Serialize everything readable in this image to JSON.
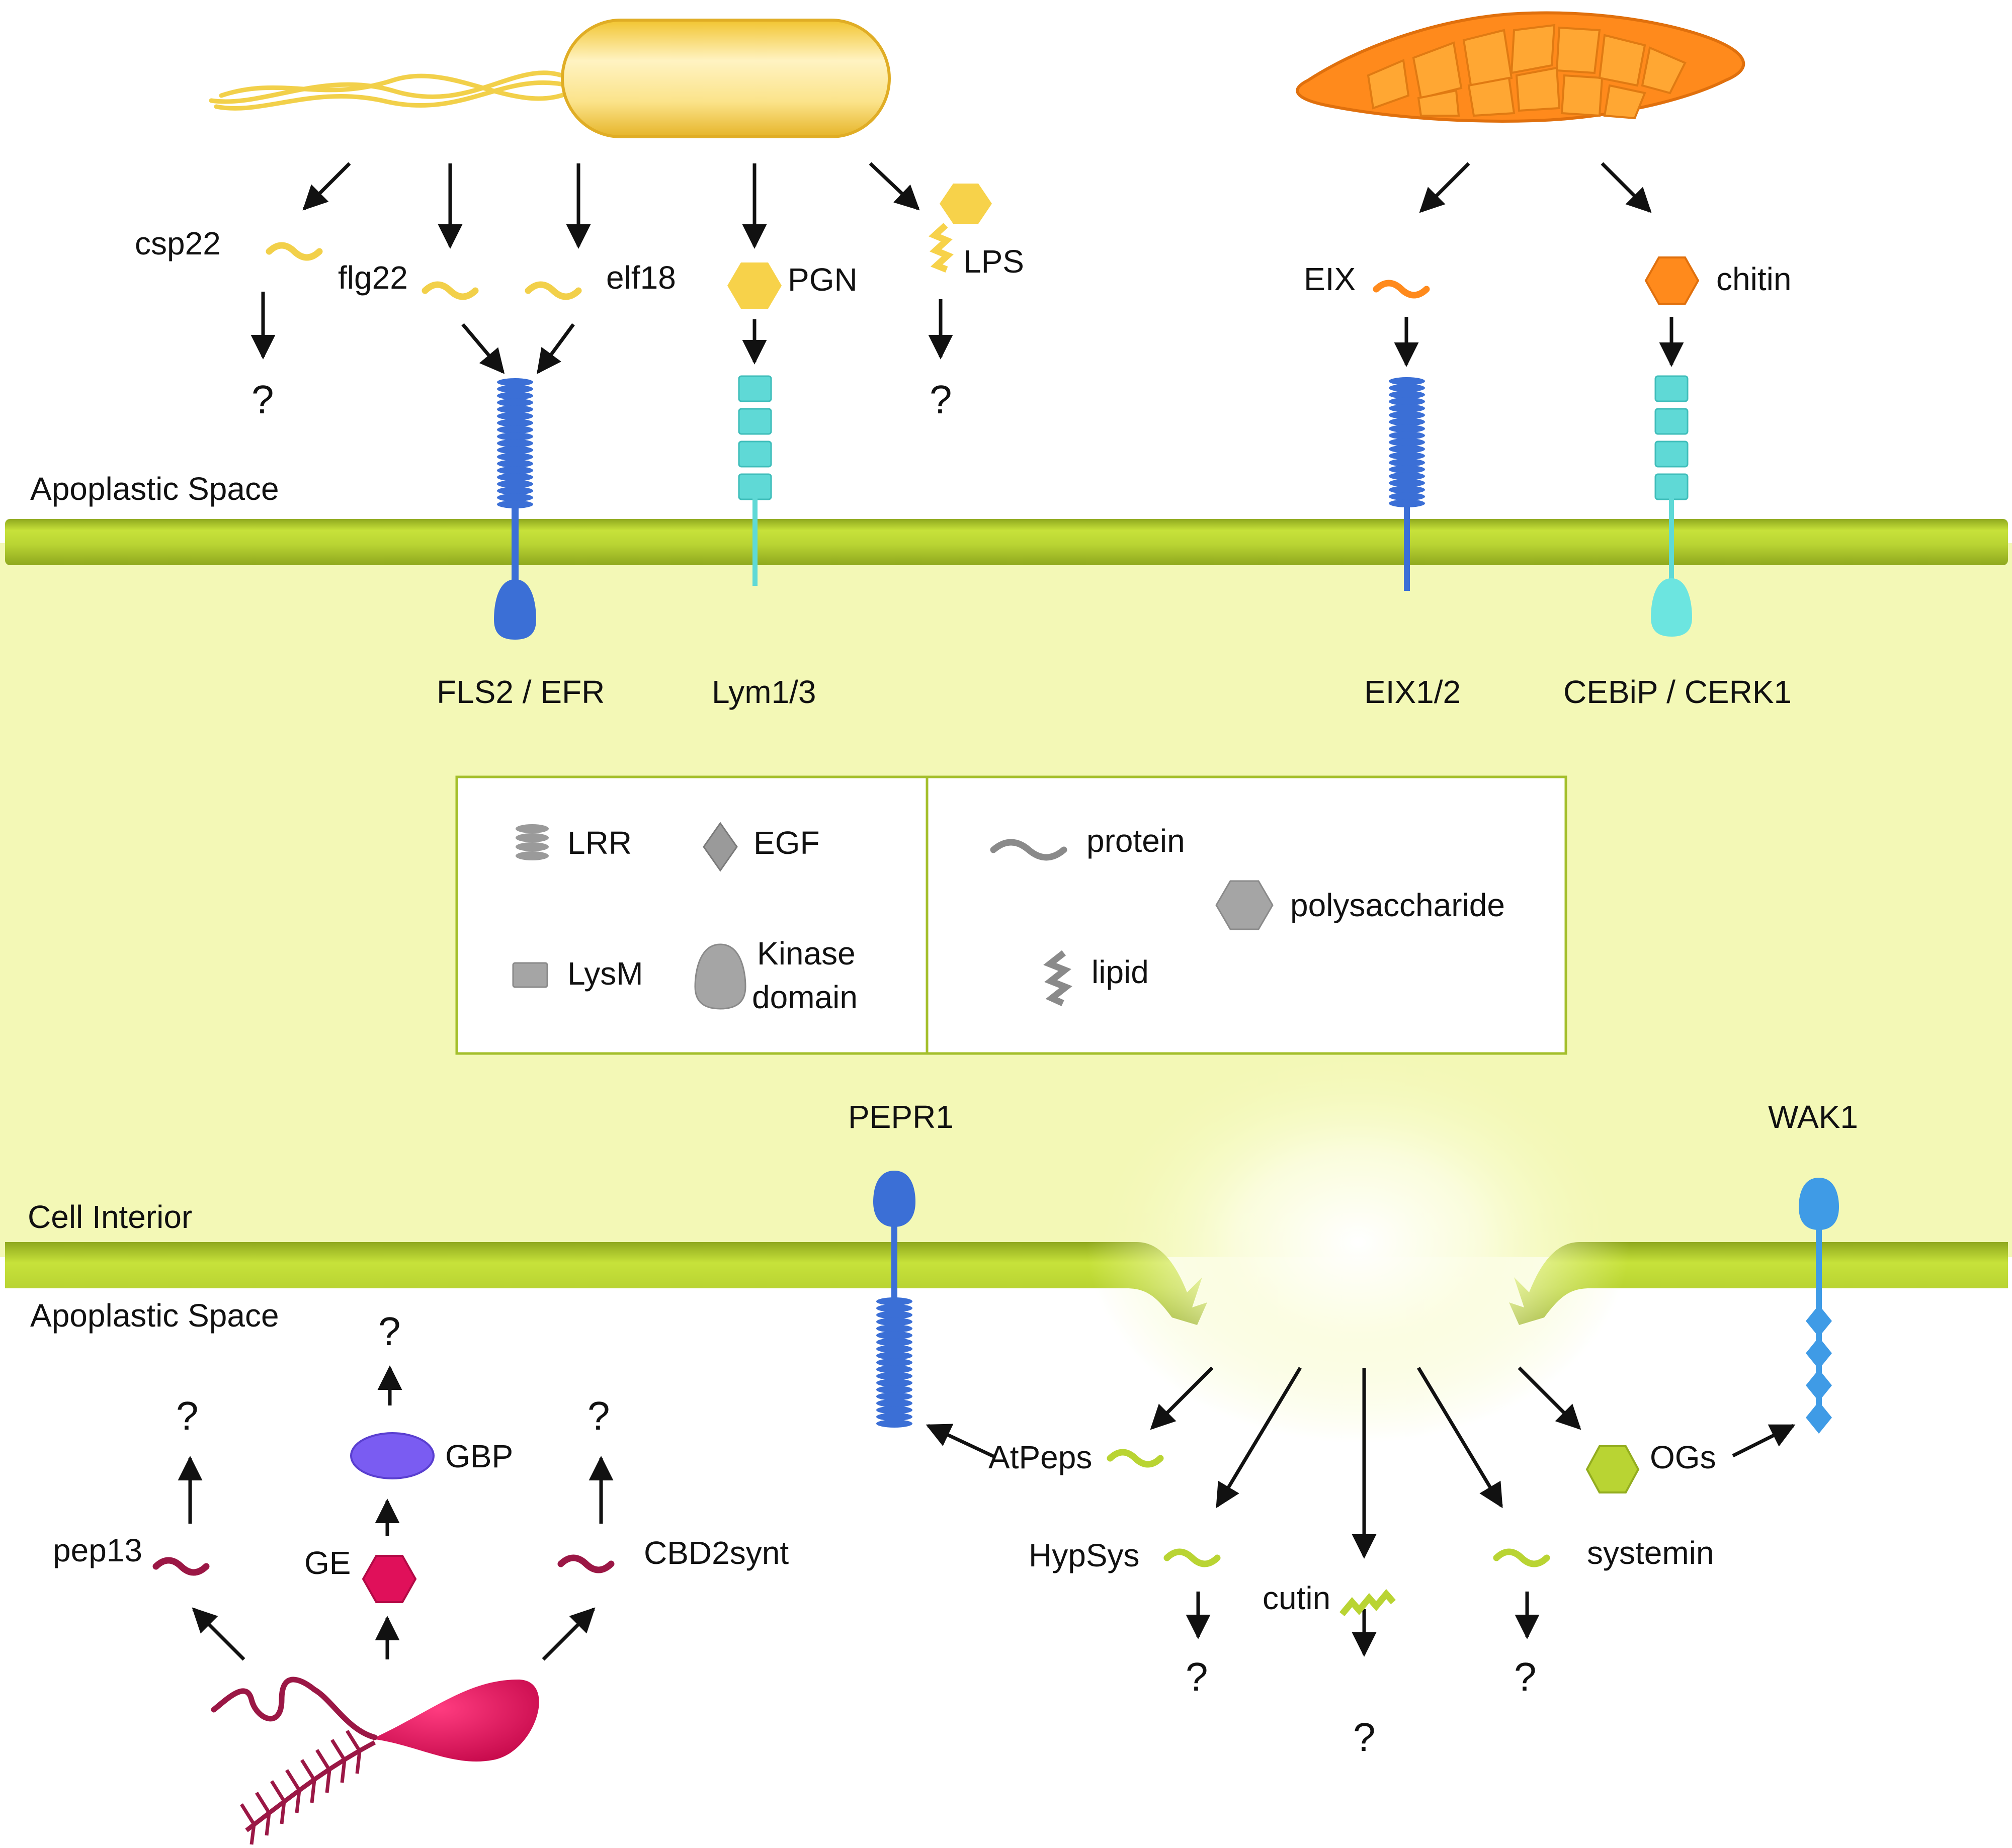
{
  "colors": {
    "membrane": "#b9d433",
    "membrane_dark": "#8fa81e",
    "interior": "#f3f8b6",
    "interior_glow": "#fcfde6",
    "bacterium": "#f7d24a",
    "bacterium_light": "#fff2b8",
    "fungus": "#ff8a1c",
    "fungus_light": "#ffb84d",
    "oomycete": "#e0105a",
    "oomycete_dark": "#9b1745",
    "lrr_receptor": "#3b6fd6",
    "lysm_receptor": "#5fd9d6",
    "wak_receptor": "#3f9be6",
    "damp": "#b9d433",
    "gbp": "#7a5cf2",
    "legend_gray": "#9a9a9a",
    "legend_border": "#a4bf2c",
    "arrow": "#111111"
  },
  "regions": {
    "apoplast_top": "Apoplastic Space",
    "cell_interior": "Cell Interior",
    "apoplast_bottom": "Apoplastic Space"
  },
  "bacterial_mamps": {
    "csp22": "csp22",
    "flg22": "flg22",
    "elf18": "elf18",
    "pgn": "PGN",
    "lps": "LPS"
  },
  "fungal_mamps": {
    "eix": "EIX",
    "chitin": "chitin"
  },
  "receptors": {
    "fls2_efr": "FLS2 / EFR",
    "lym": "Lym1/3",
    "eix12": "EIX1/2",
    "cebip_cerk1": "CEBiP / CERK1",
    "pepr1": "PEPR1",
    "wak1": "WAK1"
  },
  "oomycete_mamps": {
    "pep13": "pep13",
    "ge": "GE",
    "gbp": "GBP",
    "cbd2synt": "CBD2synt"
  },
  "damps": {
    "atpeps": "AtPeps",
    "hypsys": "HypSys",
    "cutin": "cutin",
    "systemin": "systemin",
    "ogs": "OGs"
  },
  "unknown_mark": "?",
  "legend": {
    "domains": [
      {
        "icon": "lrr-icon",
        "label": "LRR"
      },
      {
        "icon": "egf-icon",
        "label": "EGF"
      },
      {
        "icon": "lysm-icon",
        "label": "LysM"
      },
      {
        "icon": "kinase-icon",
        "label_line1": "Kinase",
        "label_line2": "domain"
      }
    ],
    "ligands": [
      {
        "icon": "protein-icon",
        "label": "protein"
      },
      {
        "icon": "polysaccharide-icon",
        "label": "polysaccharide"
      },
      {
        "icon": "lipid-icon",
        "label": "lipid"
      }
    ]
  }
}
